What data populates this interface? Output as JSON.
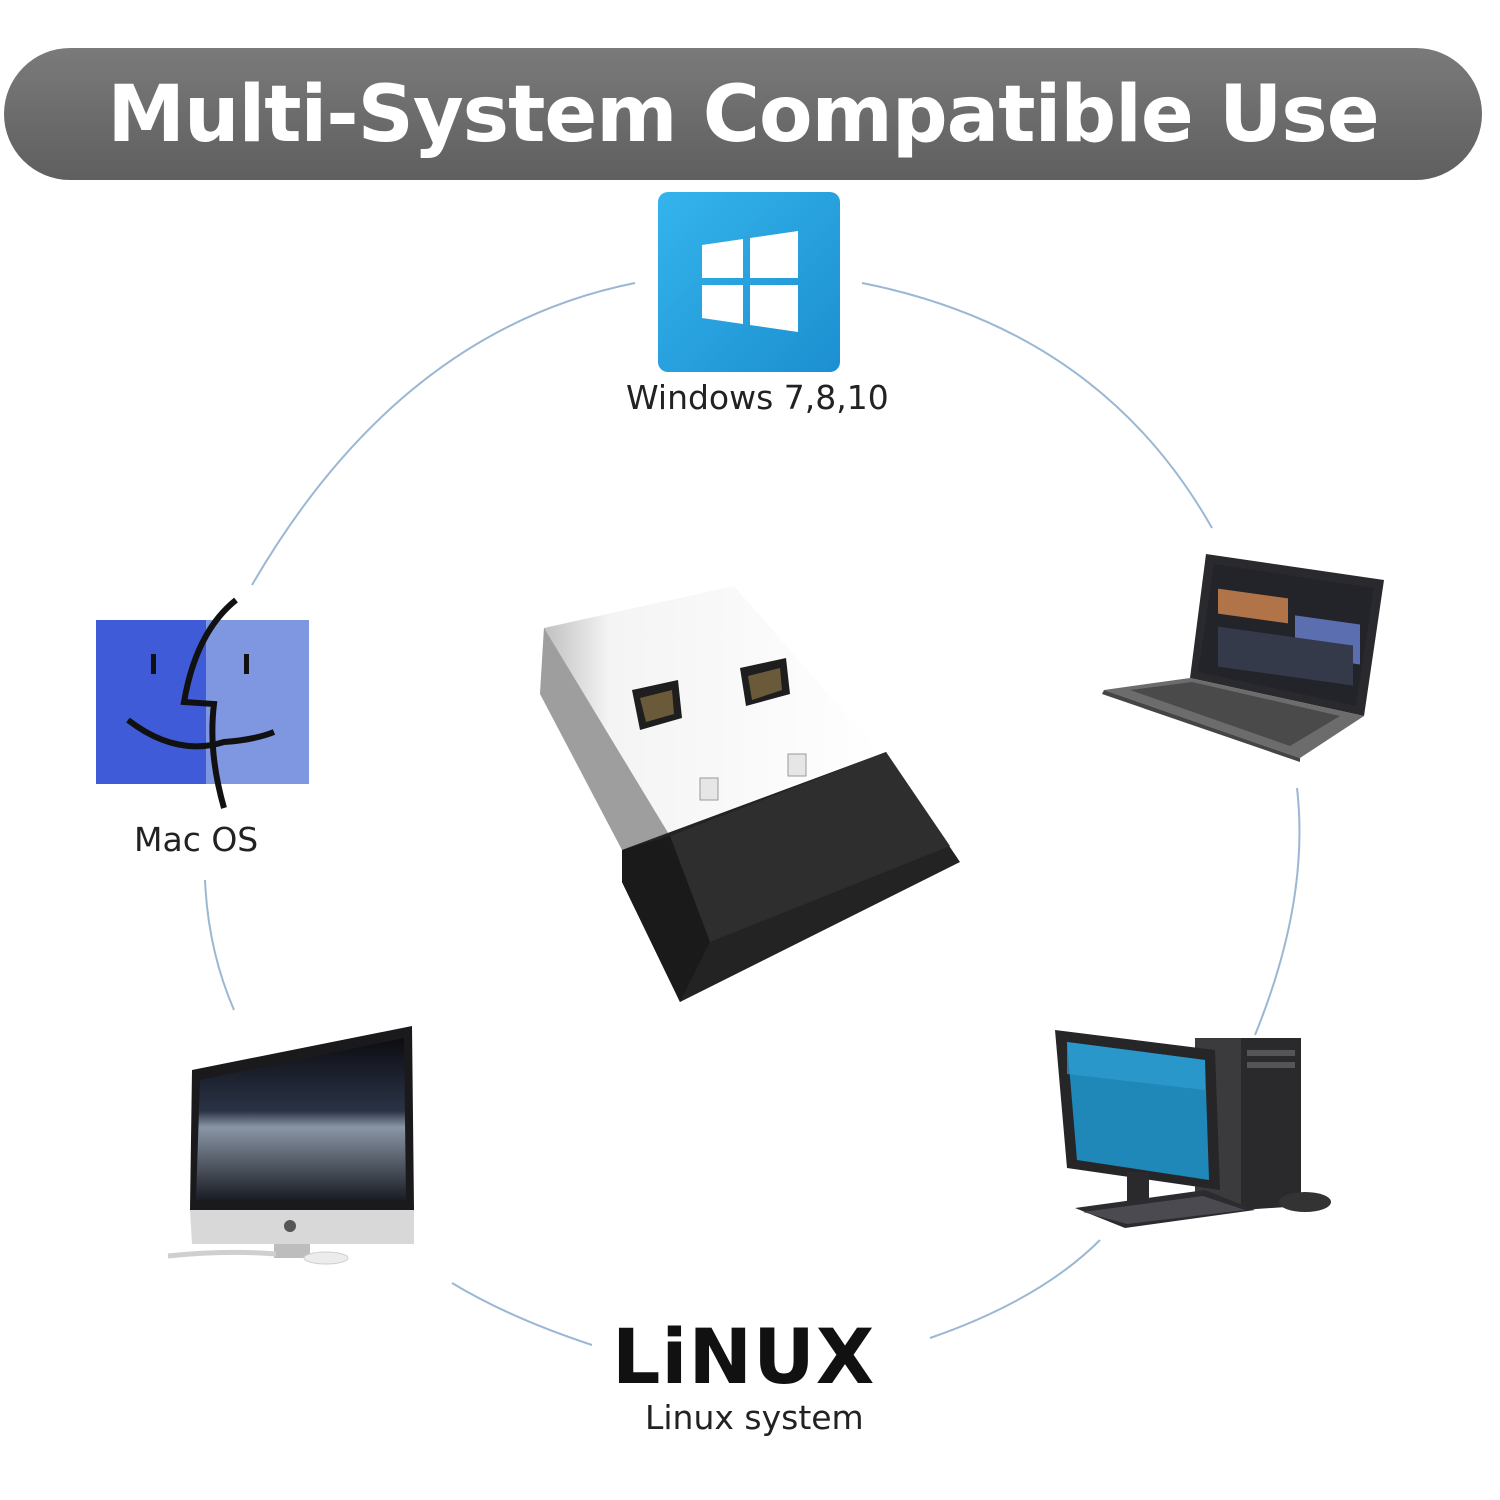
{
  "banner": {
    "title": "Multi-System Compatible Use"
  },
  "systems": {
    "windows": {
      "label": "Windows 7,8,10",
      "icon": "windows-logo-icon",
      "color": "#1ea0dc"
    },
    "mac": {
      "label": "Mac OS",
      "icon": "mac-finder-icon",
      "color": "#4a64d6"
    },
    "linux": {
      "logo_text": "LiNUX",
      "label": "Linux system",
      "icon": "linux-logo-icon"
    }
  },
  "devices": {
    "laptop": {
      "icon": "laptop-icon"
    },
    "desktop_pc": {
      "icon": "desktop-tower-pc-icon"
    },
    "all_in_one": {
      "icon": "all-in-one-monitor-icon"
    },
    "usb_adapter": {
      "icon": "usb-adapter-icon"
    }
  },
  "colors": {
    "banner": "#6a6a6a",
    "ring": "#9bb7d4"
  }
}
